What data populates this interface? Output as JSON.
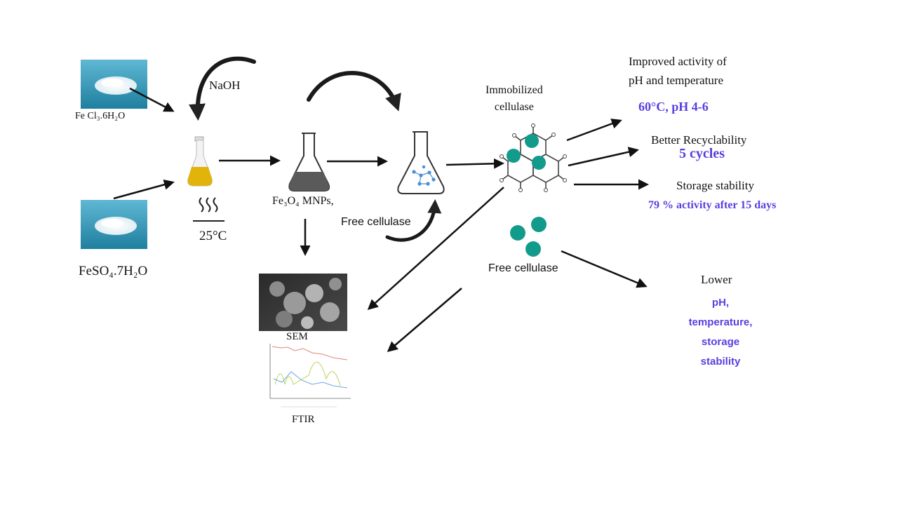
{
  "reagents": {
    "fecl3": "Fe Cl₃.6H₂O",
    "feso4": "FeSO₄.7H₂O",
    "naoh": "NaOH",
    "temp": "25°C"
  },
  "mnp": {
    "label": "Fe₃O₄ MNPs,"
  },
  "free_cellulase_step": "Free cellulase",
  "immobilized": {
    "line1": "Immobilized",
    "line2": "cellulase"
  },
  "outcomes": {
    "activity_title_1": "Improved activity of",
    "activity_title_2": "pH and temperature",
    "activity_value": "60°C, pH 4-6",
    "recycle_title": "Better Recyclability",
    "recycle_value": "5 cycles",
    "storage_title": "Storage stability",
    "storage_value": "79 % activity after 15 days"
  },
  "free_cellulase": {
    "label": "Free cellulase",
    "lower": "Lower",
    "lower_items": [
      "pH,",
      "temperature,",
      "storage",
      "stability"
    ]
  },
  "characterization": {
    "sem": "SEM",
    "ftir": "FTIR"
  },
  "colors": {
    "teal": "#129b8b",
    "purple": "#5b3ee0",
    "powder_bg": "#2b94b5",
    "yellow_liquid": "#e2b30a",
    "dark_liquid": "#5a5a5a",
    "enzyme_blue": "#4a8fd6"
  },
  "icons": [
    "heat-icon",
    "flask-icon",
    "molecule-icon",
    "powder-photo",
    "sem-image",
    "ftir-chart"
  ]
}
